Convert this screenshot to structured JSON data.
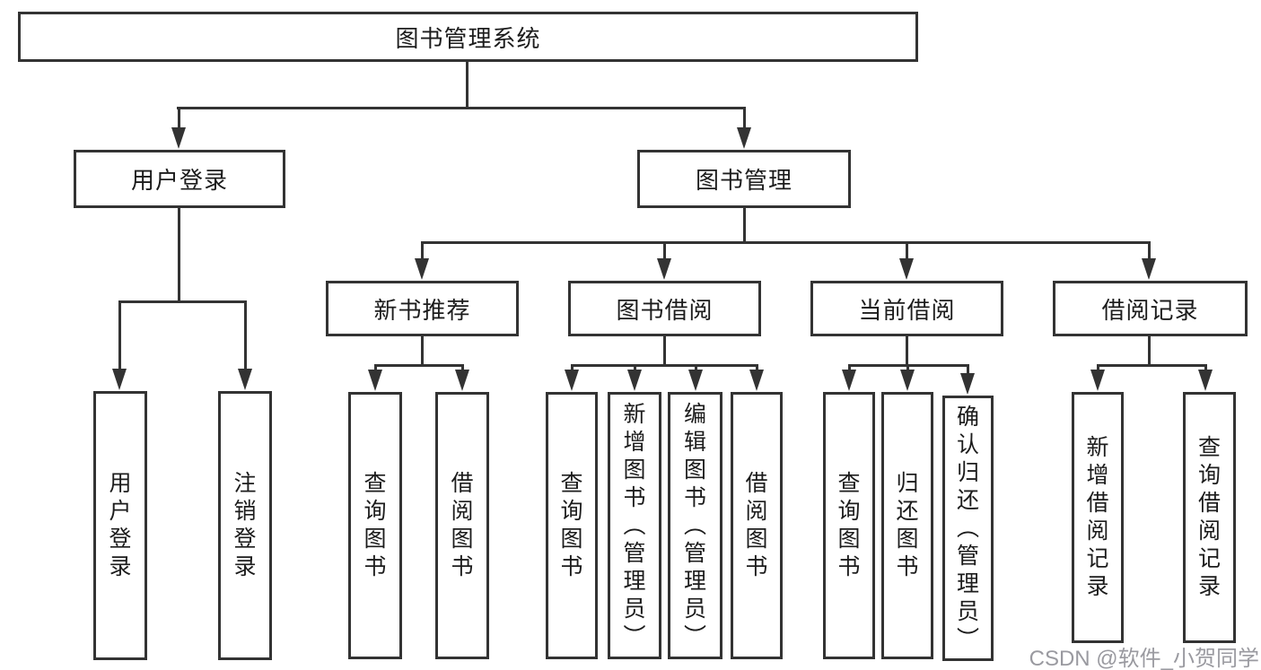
{
  "diagram": {
    "root": {
      "label": "图书管理系统"
    },
    "level2": [
      {
        "id": "user-login",
        "label": "用户登录"
      },
      {
        "id": "book-management",
        "label": "图书管理"
      }
    ],
    "level3": [
      {
        "id": "new-book-recommendation",
        "parent": "图书管理",
        "label": "新书推荐"
      },
      {
        "id": "book-borrowing",
        "parent": "图书管理",
        "label": "图书借阅"
      },
      {
        "id": "current-borrowing",
        "parent": "图书管理",
        "label": "当前借阅"
      },
      {
        "id": "borrowing-records",
        "parent": "图书管理",
        "label": "借阅记录"
      }
    ],
    "leaves": [
      {
        "parent": "用户登录",
        "label": "用户登录"
      },
      {
        "parent": "用户登录",
        "label": "注销登录"
      },
      {
        "parent": "新书推荐",
        "label": "查询图书"
      },
      {
        "parent": "新书推荐",
        "label": "借阅图书"
      },
      {
        "parent": "图书借阅",
        "label": "查询图书"
      },
      {
        "parent": "图书借阅",
        "label": "新增图书（管理员）"
      },
      {
        "parent": "图书借阅",
        "label": "编辑图书（管理员）"
      },
      {
        "parent": "图书借阅",
        "label": "借阅图书"
      },
      {
        "parent": "当前借阅",
        "label": "查询图书"
      },
      {
        "parent": "当前借阅",
        "label": "归还图书"
      },
      {
        "parent": "当前借阅",
        "label": "确认归还（管理员）"
      },
      {
        "parent": "借阅记录",
        "label": "新增借阅记录"
      },
      {
        "parent": "借阅记录",
        "label": "查询借阅记录"
      }
    ],
    "watermark": "CSDN @软件_小贺同学",
    "colors": {
      "line": "#333333",
      "text": "#1c1c1c",
      "background": "#ffffff",
      "watermark": "#9a9aa0"
    }
  }
}
